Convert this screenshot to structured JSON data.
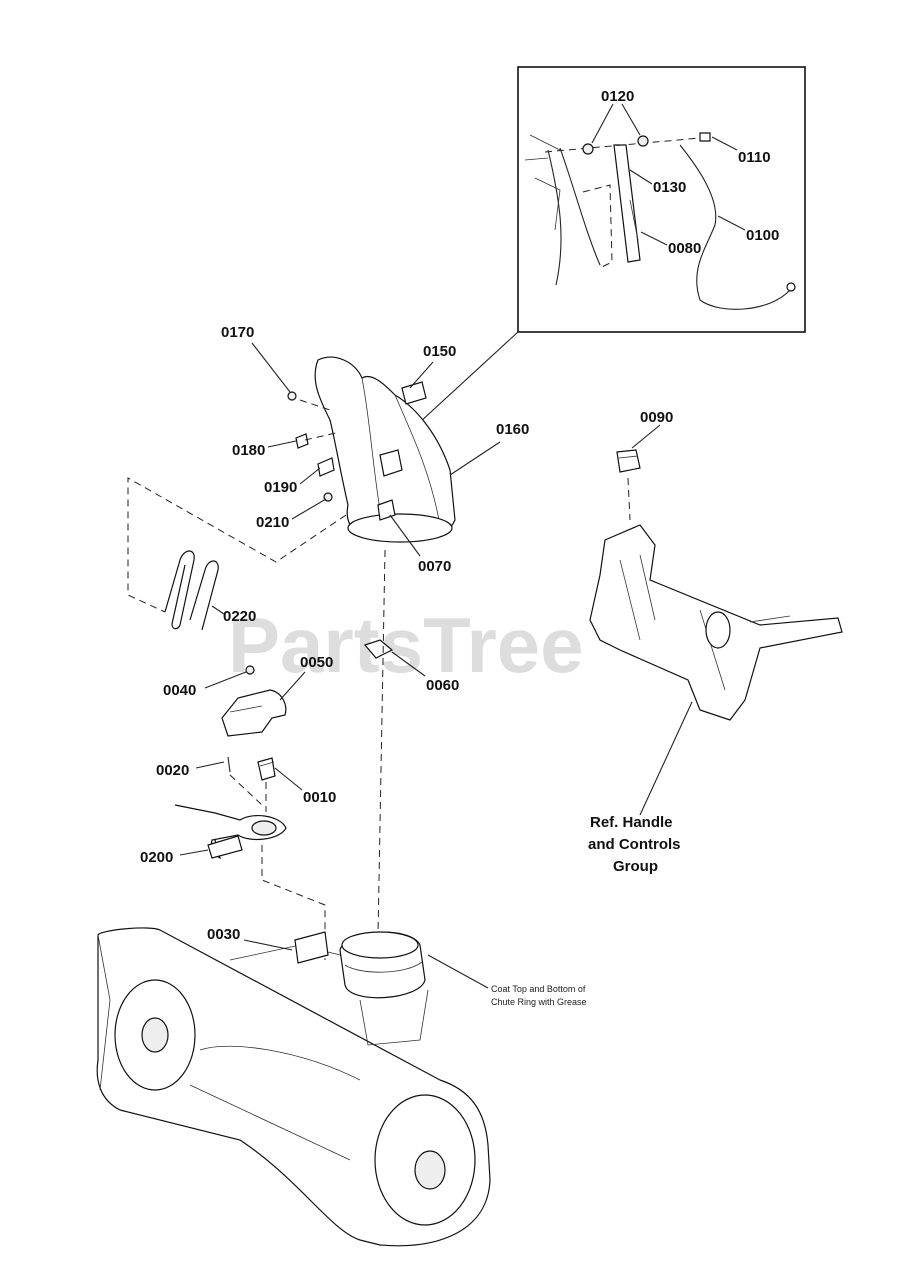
{
  "watermark": {
    "text": "PartsTree",
    "trademark": "™"
  },
  "callouts": {
    "p0120": "0120",
    "p0110": "0110",
    "p0130": "0130",
    "p0080": "0080",
    "p0100": "0100",
    "p0170": "0170",
    "p0150": "0150",
    "p0160": "0160",
    "p0180": "0180",
    "p0190": "0190",
    "p0210": "0210",
    "p0070": "0070",
    "p0090": "0090",
    "p0220": "0220",
    "p0040": "0040",
    "p0050": "0050",
    "p0060": "0060",
    "p0020": "0020",
    "p0010": "0010",
    "p0200": "0200",
    "p0030": "0030"
  },
  "reference_note": {
    "line1": "Ref. Handle",
    "line2": "and Controls",
    "line3": "Group"
  },
  "grease_note": {
    "line1": "Coat Top and Bottom of",
    "line2": "Chute Ring with Grease"
  },
  "colors": {
    "line": "#222222",
    "background": "#ffffff",
    "watermark": "#cfcfcf"
  }
}
